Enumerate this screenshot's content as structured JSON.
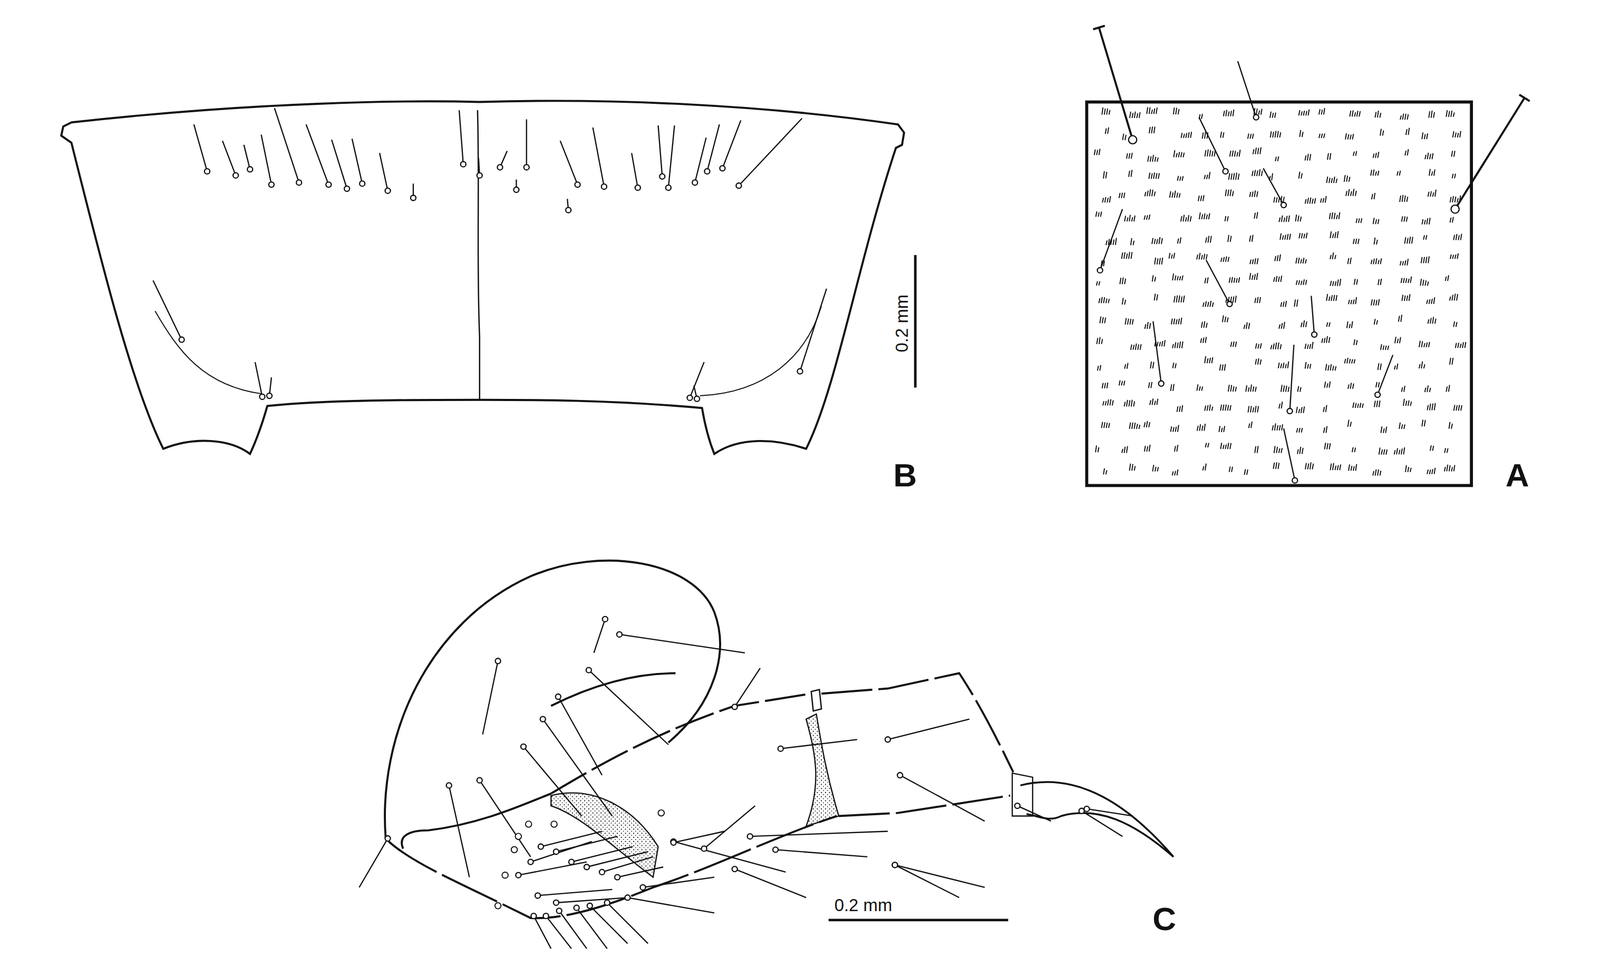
{
  "diagram": {
    "labels": [
      "0.2 mm",
      "B",
      "A",
      "0.2 mm",
      "C"
    ]
  }
}
